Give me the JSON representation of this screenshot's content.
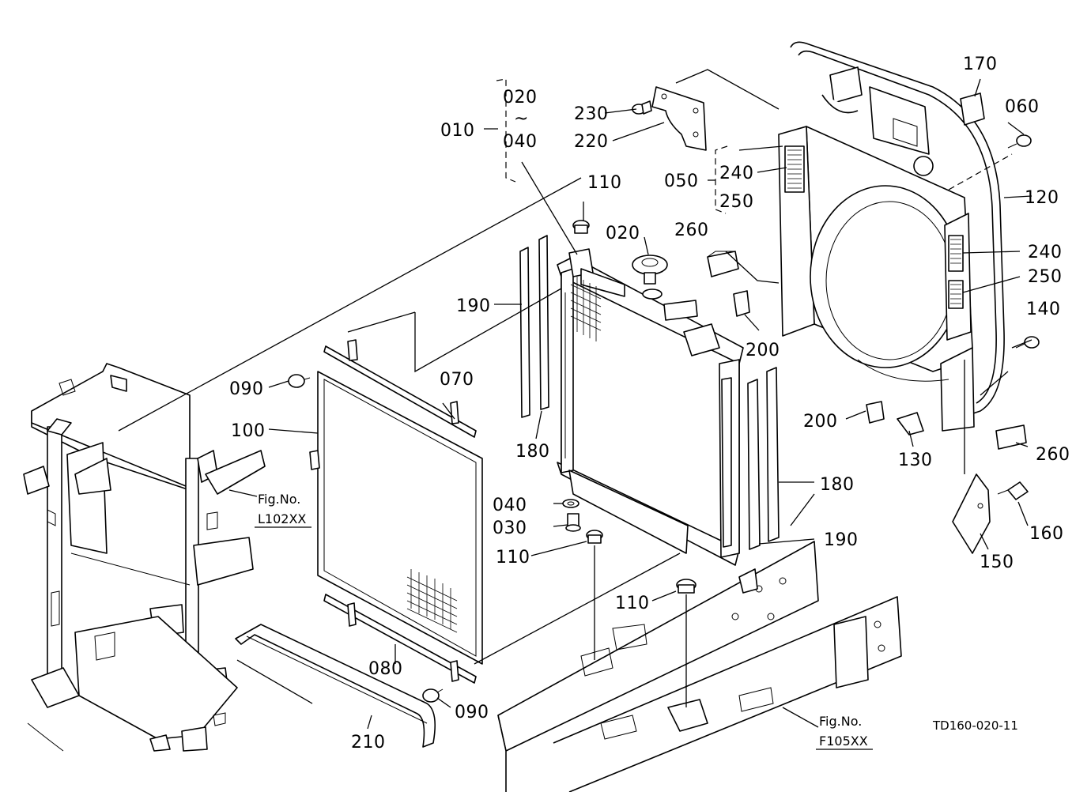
{
  "callouts": {
    "c010": "010",
    "c020a": "020",
    "c_tilde": "~",
    "c040a": "040",
    "c230": "230",
    "c220": "220",
    "c050": "050",
    "c240a": "240",
    "c250a": "250",
    "c170": "170",
    "c060": "060",
    "c120": "120",
    "c110a": "110",
    "c020b": "020",
    "c260a": "260",
    "c240b": "240",
    "c250b": "250",
    "c140": "140",
    "c190a": "190",
    "c200a": "200",
    "c090a": "090",
    "c070": "070",
    "c100": "100",
    "c180a": "180",
    "c200b": "200",
    "c130": "130",
    "c260b": "260",
    "c180b": "180",
    "c040b": "040",
    "c030": "030",
    "c110b": "110",
    "c190b": "190",
    "c160": "160",
    "c150": "150",
    "c110c": "110",
    "c080": "080",
    "c090b": "090",
    "c210": "210"
  },
  "refs": {
    "left_fig_label": "Fig.No.",
    "left_fig_code": "L102XX",
    "right_fig_label": "Fig.No.",
    "right_fig_code": "F105XX"
  },
  "drawing_code": "TD160-020-11"
}
